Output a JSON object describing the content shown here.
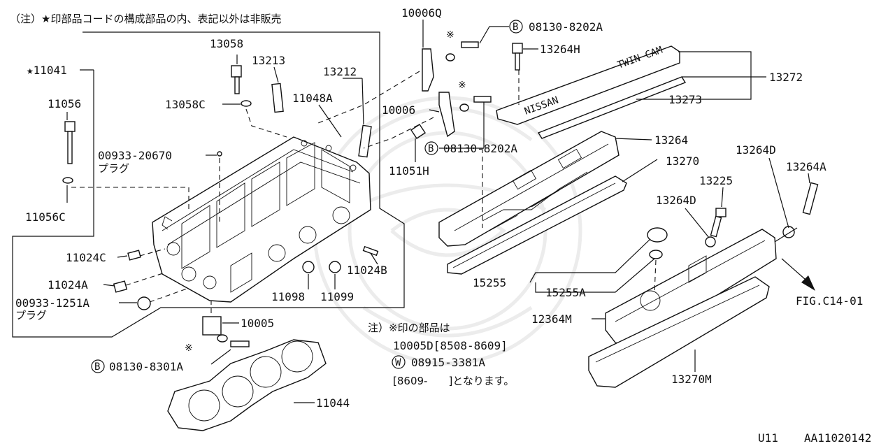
{
  "header": {
    "note": "（注）★印部品コードの構成部品の内、表記以外は非販売"
  },
  "part_labels": {
    "p10006Q": "10006Q",
    "p08130_8202A_top": "08130-8202A",
    "p13264H": "13264H",
    "p13272": "13272",
    "p13273": "13273",
    "p13058": "13058",
    "p13213": "13213",
    "p13212": "13212",
    "p11048A": "11048A",
    "p13058C": "13058C",
    "p10006": "10006",
    "p08130_8202A_mid": "08130-8202A",
    "p11051H": "11051H",
    "p13264": "13264",
    "p13270": "13270",
    "p13264D_right": "13264D",
    "p13264A": "13264A",
    "p13225": "13225",
    "p13264D_mid": "13264D",
    "p11041": "★11041",
    "p11056": "11056",
    "p00933_20670": "00933-20670",
    "plug_1": "プラグ",
    "p11056C": "11056C",
    "p11024C": "11024C",
    "p11024A": "11024A",
    "p00933_1251A": "00933-1251A",
    "plug_2": "プラグ",
    "p11024B": "11024B",
    "p11098": "11098",
    "p11099": "11099",
    "p15255": "15255",
    "p15255A": "15255A",
    "p12364M": "12364M",
    "pFIG": "FIG.C14-01",
    "p13270M": "13270M",
    "p10005": "10005",
    "p08130_8301A": "08130-8301A",
    "p11044": "11044",
    "mark": "※",
    "b_mark": "B",
    "w_mark": "W"
  },
  "footnote": {
    "line1": "注）※印の部品は",
    "line2": "10005D[8508-8609]",
    "line3": "08915-3381A",
    "line4": "[8609-　　]となります。"
  },
  "footer": {
    "code_left": "U11",
    "code_right": "AA11020142"
  }
}
